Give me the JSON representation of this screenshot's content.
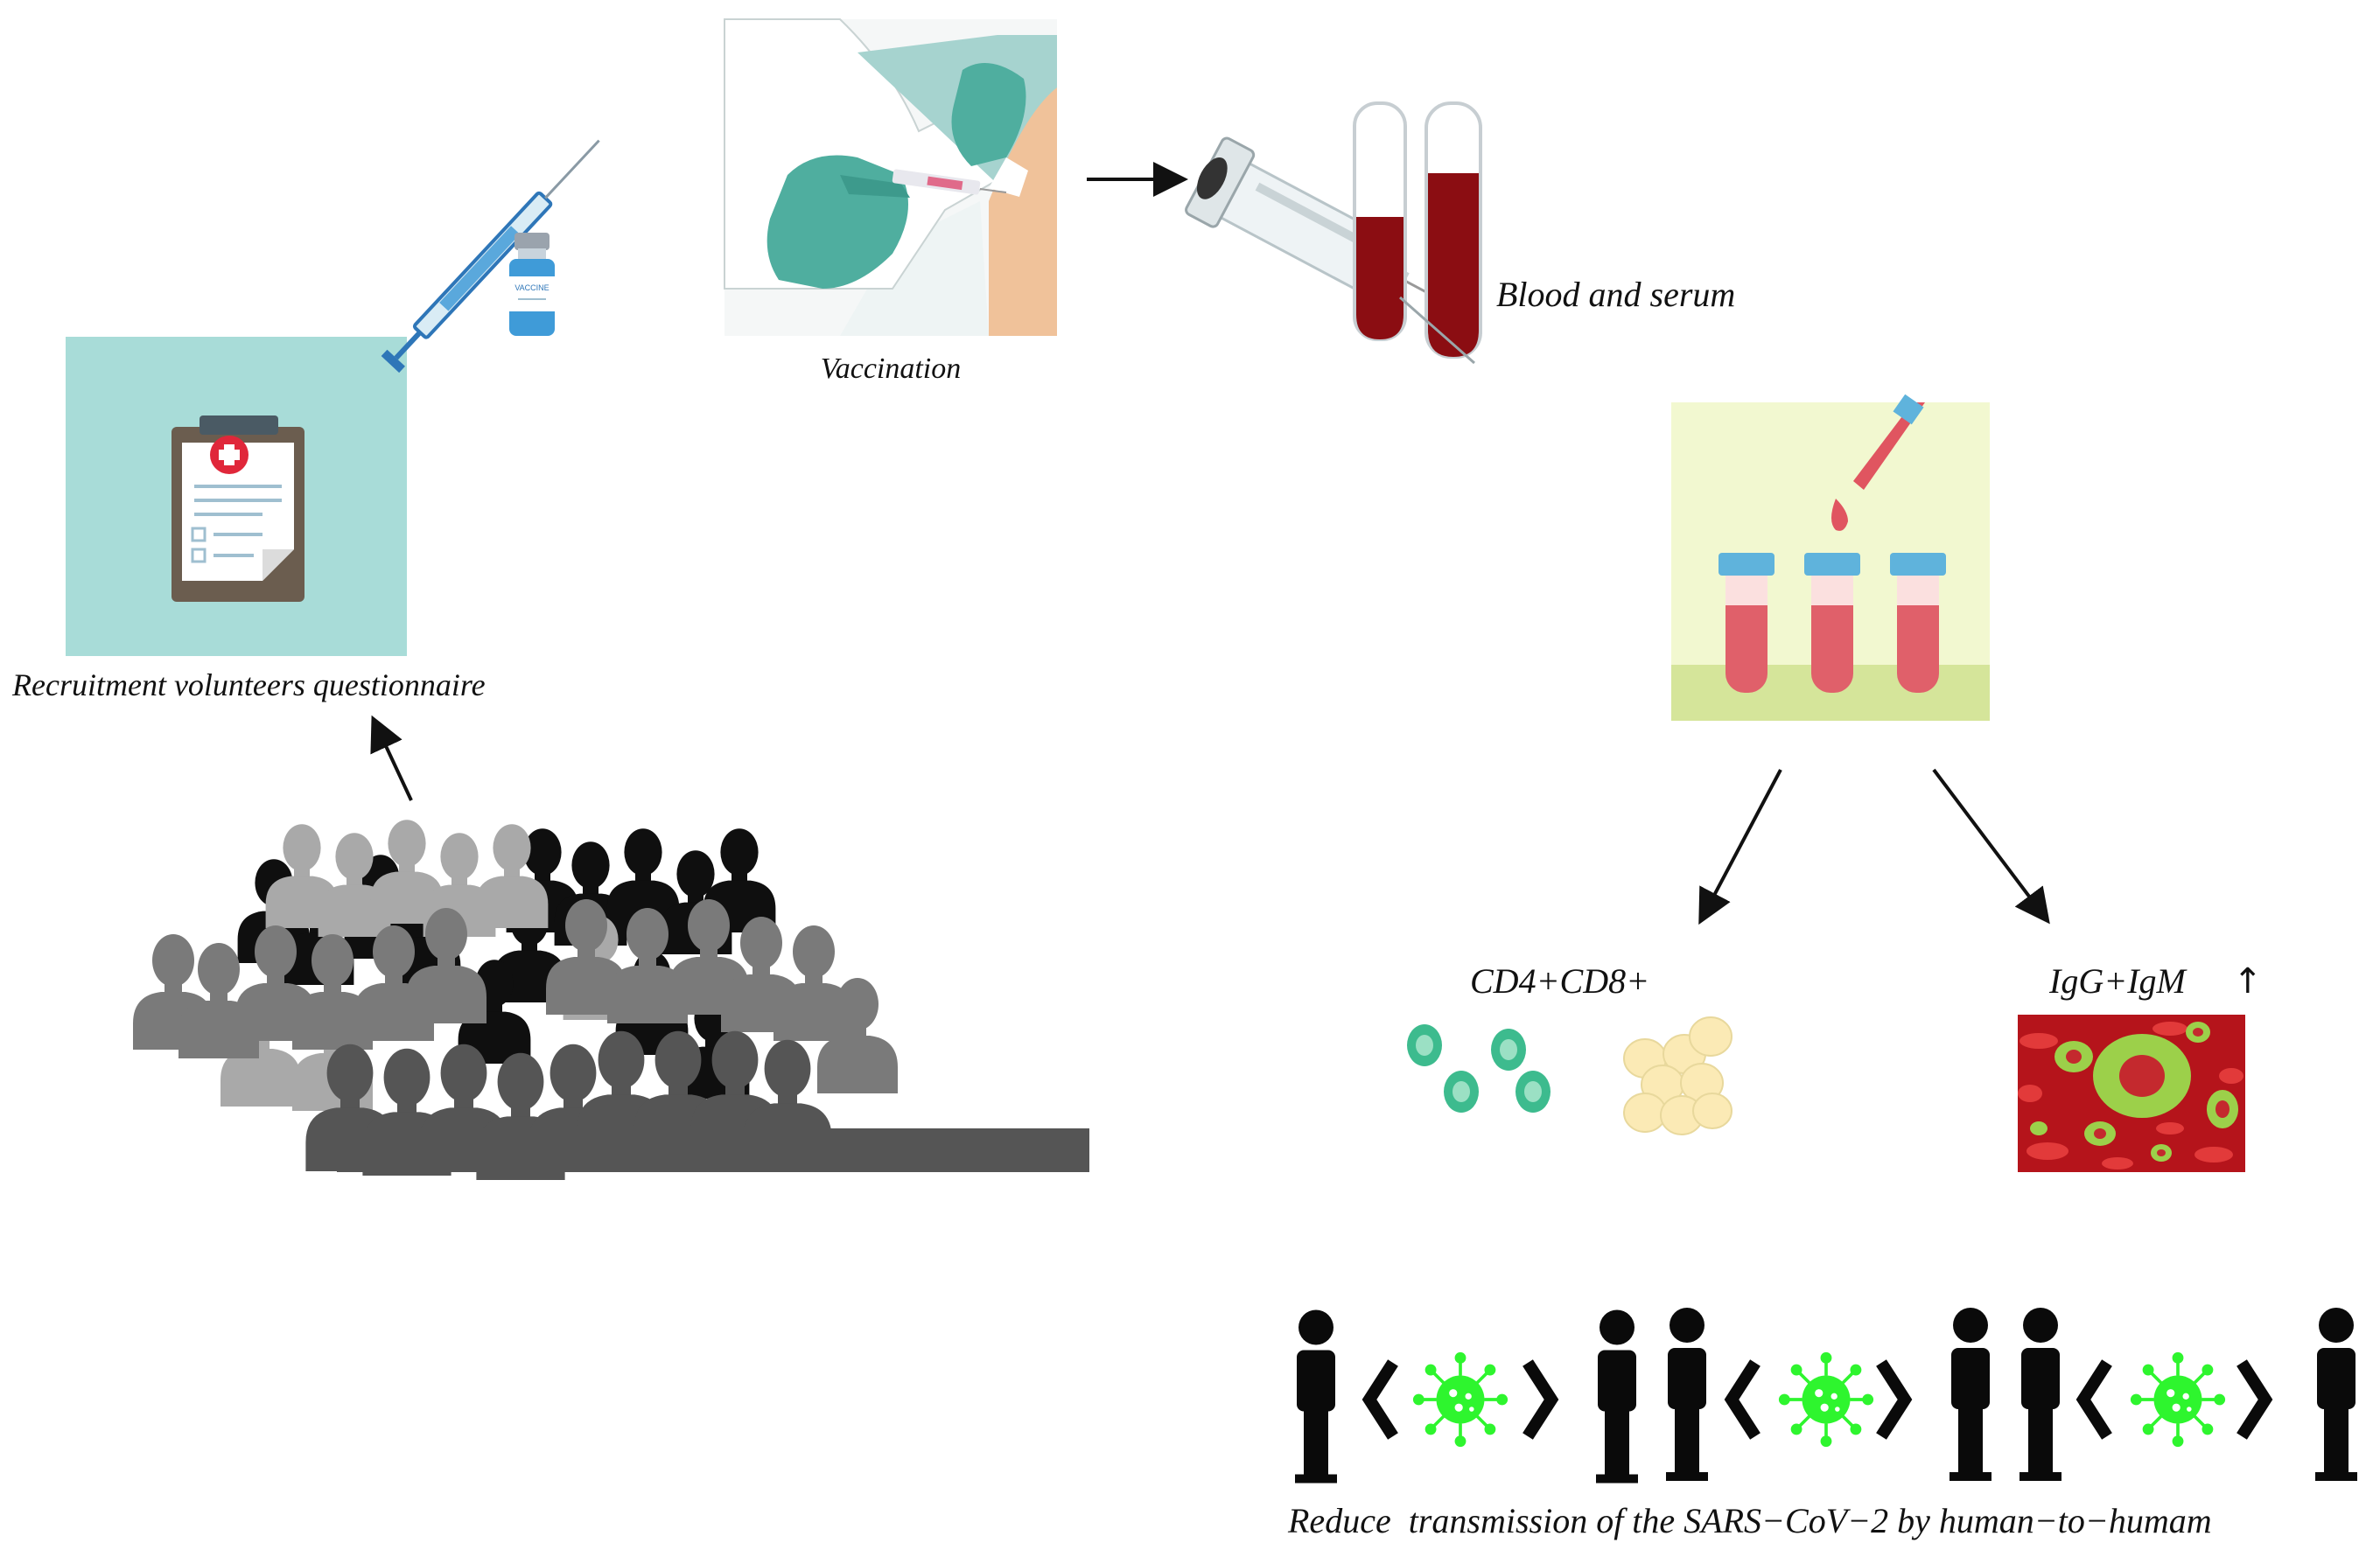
{
  "steps": {
    "recruitment": {
      "label": "Recruitment volunteers questionnaire"
    },
    "vaccination": {
      "label": "Vaccination",
      "vial_label": "VACCINE"
    },
    "blood": {
      "label": "Blood and serum"
    },
    "cells": {
      "label": "CD4+CD8+"
    },
    "antibodies": {
      "label": "IgG+IgM",
      "arrow_glyph": "↑"
    },
    "outcome": {
      "label": "Reduce  transmission of the SARS−CoV−2 by human−to−humam"
    }
  },
  "colors": {
    "panel_teal": "#a8dcd8",
    "blood_red": "#8b0d12",
    "tube_pink": "#e0606a",
    "tube_cap_blue": "#5fb3dc",
    "test_panel_bg": "#f2f8d0",
    "test_panel_floor": "#d5e59a",
    "glove_teal": "#4fae9f",
    "skin": "#f0c29a",
    "cell_green": "#3dbb8e",
    "fat_cell": "#fbeab5",
    "virus_green": "#2ef52e",
    "rbc_red": "#c71820",
    "crowd_dark": "#0f0f0f",
    "crowd_mid": "#5a5a5a",
    "crowd_light": "#a9a9a9"
  },
  "icons": [
    "clipboard-icon",
    "syringe-icon",
    "vaccine-vial-icon",
    "gloved-hands-icon",
    "blood-tube-icon",
    "pipette-icon",
    "virus-icon",
    "person-icon",
    "crowd-icon"
  ]
}
